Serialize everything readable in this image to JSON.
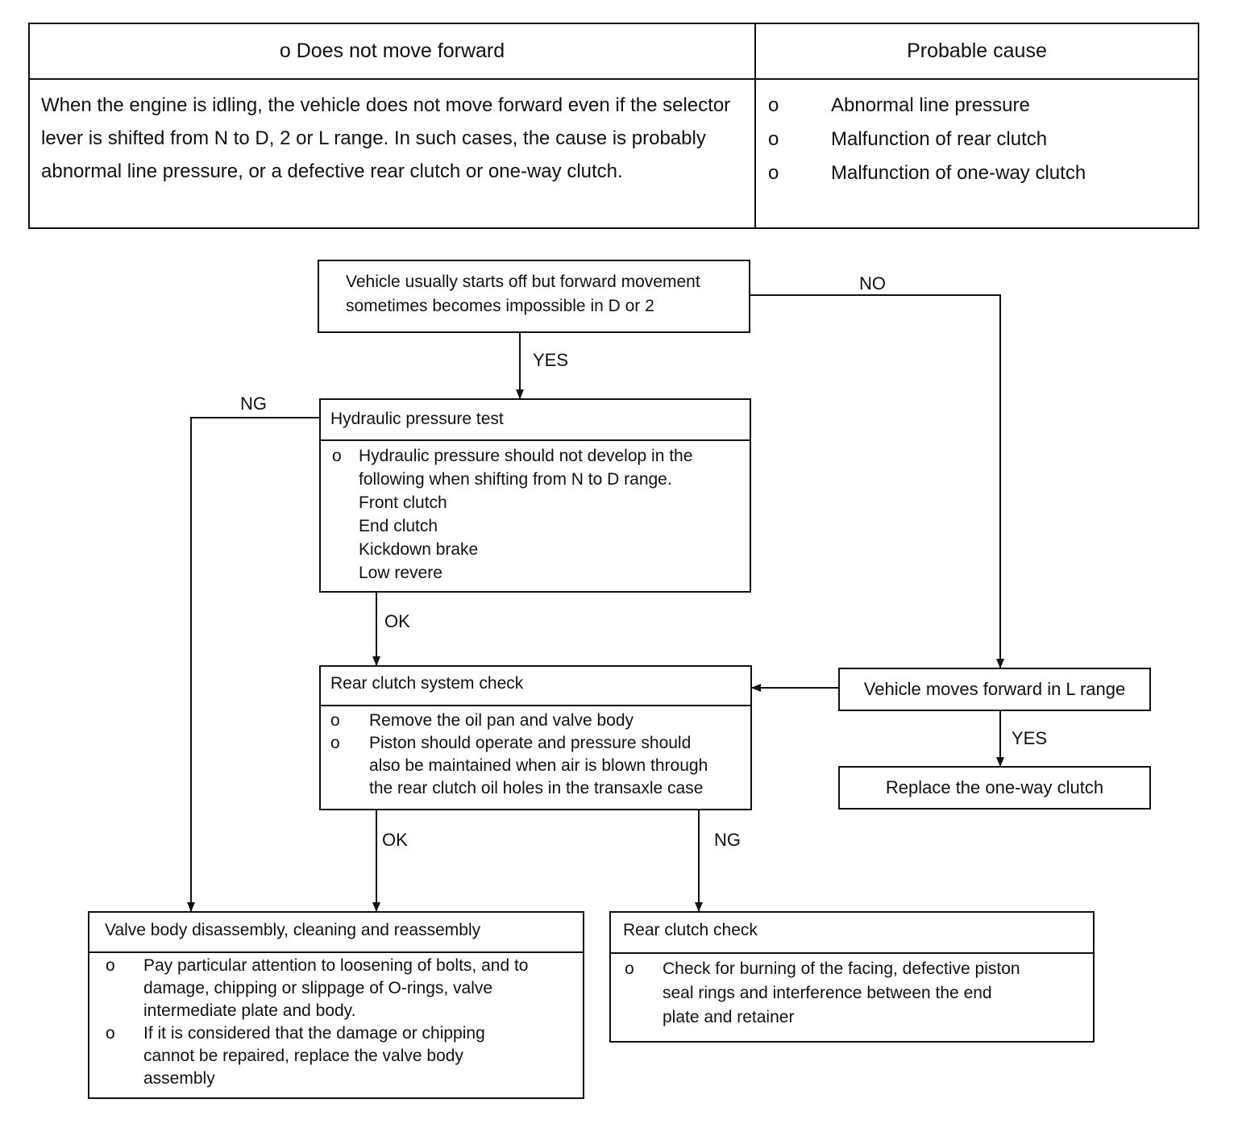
{
  "table": {
    "symptom_header": "o Does not move forward",
    "cause_header": "Probable cause",
    "description": "When the engine is idling, the vehicle does not move forward even if the selector lever is shifted from N to D, 2 or L range. In such cases, the cause is probably abnormal line pressure, or a defective rear clutch or one-way clutch.",
    "causes": [
      {
        "bullet": "o",
        "text": "Abnormal line pressure"
      },
      {
        "bullet": "o",
        "text": "Malfunction of rear clutch"
      },
      {
        "bullet": "o",
        "text": "Malfunction of one-way clutch"
      }
    ]
  },
  "flow": {
    "start": {
      "line1": "Vehicle usually starts off but forward movement",
      "line2": "sometimes becomes impossible in D or 2"
    },
    "hydraulic": {
      "title": "Hydraulic pressure test",
      "bullet": "o",
      "text_line1": "Hydraulic pressure should not develop in the",
      "text_line2": "following when shifting from N to D range.",
      "items": [
        "Front clutch",
        "End clutch",
        "Kickdown brake",
        "Low revere"
      ]
    },
    "rear_clutch_system": {
      "title": "Rear clutch system check",
      "bullets": [
        {
          "b": "o",
          "lines": [
            "Remove the oil pan and valve body"
          ]
        },
        {
          "b": "o",
          "lines": [
            "Piston should operate and pressure should",
            "also be maintained when air is blown through",
            "the rear clutch oil holes in the transaxle case"
          ]
        }
      ]
    },
    "l_range": {
      "text": "Vehicle moves forward in L range"
    },
    "replace_one_way": {
      "text": "Replace the one-way clutch"
    },
    "valve_body": {
      "title": "Valve body disassembly, cleaning and reassembly",
      "bullets": [
        {
          "b": "o",
          "lines": [
            "Pay particular attention to loosening of bolts, and to",
            "damage, chipping or slippage of O-rings, valve",
            "intermediate plate and body."
          ]
        },
        {
          "b": "o",
          "lines": [
            "If it is considered that the damage or chipping",
            "cannot be repaired, replace the valve body",
            "assembly"
          ]
        }
      ]
    },
    "rear_clutch_check": {
      "title": "Rear clutch check",
      "bullet": "o",
      "lines": [
        "Check for burning of the facing, defective piston",
        "seal rings and interference between the end",
        "plate and retainer"
      ]
    },
    "labels": {
      "no": "NO",
      "yes1": "YES",
      "ng1": "NG",
      "ok1": "OK",
      "yes2": "YES",
      "ok2": "OK",
      "ng2": "NG"
    }
  }
}
